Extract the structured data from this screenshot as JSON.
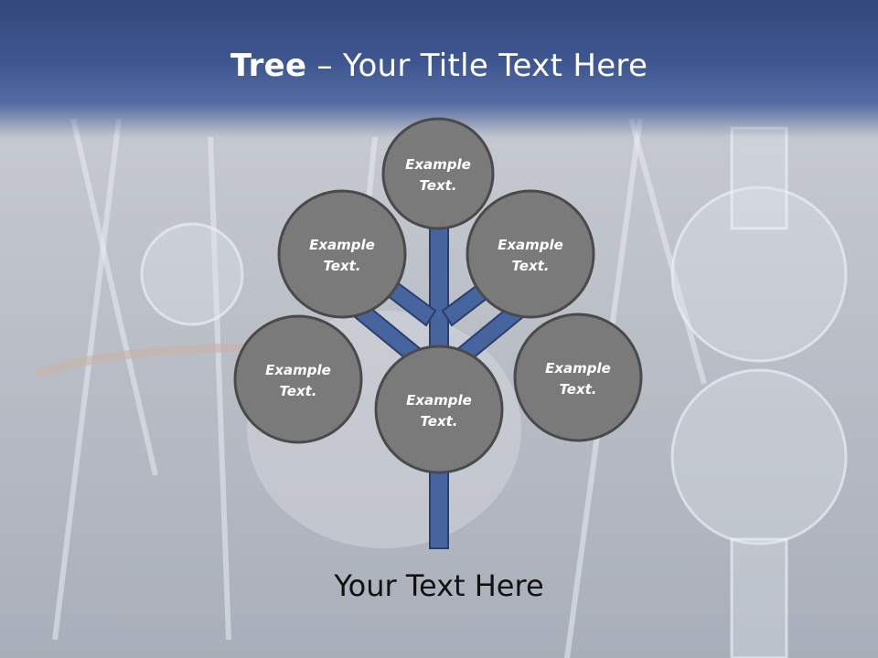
{
  "slide": {
    "title_bold": "Tree",
    "title_rest": " – Your Title Text Here",
    "caption": "Your Text Here"
  },
  "colors": {
    "header": "#3e5690",
    "branch_fill": "#46649e",
    "branch_stroke": "#2c3e6b",
    "node_fill": "#7a7a7a",
    "node_stroke": "#4a4a4a",
    "node_text": "#ffffff"
  },
  "nodes": [
    {
      "id": "top",
      "line1": "Example",
      "line2": "Text."
    },
    {
      "id": "upper-left",
      "line1": "Example",
      "line2": "Text."
    },
    {
      "id": "upper-right",
      "line1": "Example",
      "line2": "Text."
    },
    {
      "id": "lower-left",
      "line1": "Example",
      "line2": "Text."
    },
    {
      "id": "center",
      "line1": "Example",
      "line2": "Text."
    },
    {
      "id": "lower-right",
      "line1": "Example",
      "line2": "Text."
    }
  ]
}
